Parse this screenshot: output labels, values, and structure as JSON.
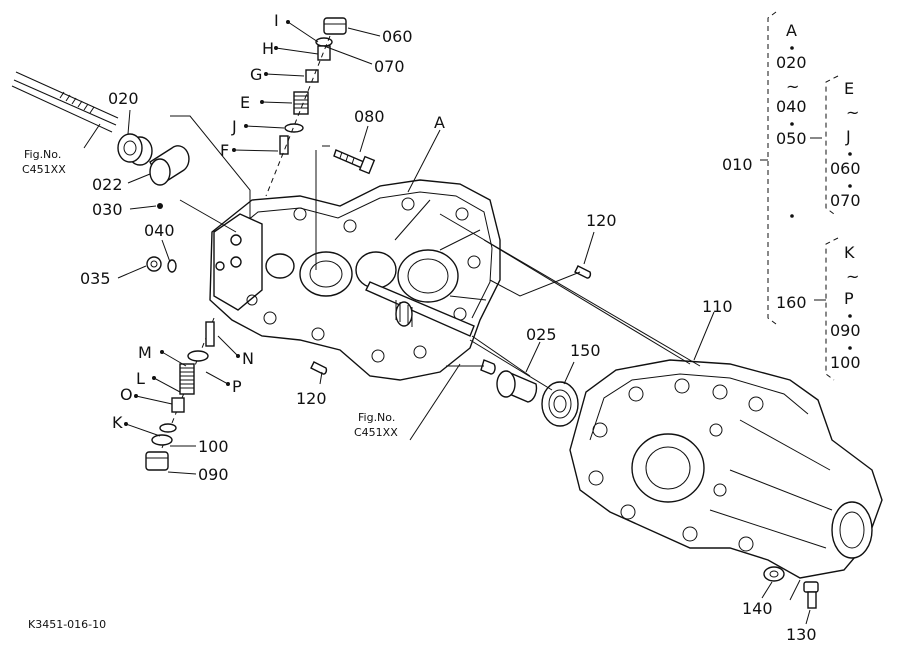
{
  "diagram": {
    "drawing_code": "K3451-016-10",
    "figure_refs": [
      {
        "line1": "Fig.No.",
        "line2": "C451XX"
      },
      {
        "line1": "Fig.No.",
        "line2": "C451XX"
      }
    ],
    "callouts": {
      "I": "I",
      "H": "H",
      "G": "G",
      "E": "E",
      "J": "J",
      "F": "F",
      "060": "060",
      "070": "070",
      "080": "080",
      "A": "A",
      "020": "020",
      "022": "022",
      "030": "030",
      "040": "040",
      "035": "035",
      "120a": "120",
      "120b": "120",
      "110": "110",
      "025": "025",
      "150": "150",
      "M": "M",
      "N": "N",
      "L": "L",
      "P": "P",
      "O": "O",
      "K": "K",
      "100": "100",
      "090": "090",
      "140": "140",
      "130": "130"
    },
    "assembly_key": {
      "main": "010",
      "group_a": [
        "A",
        "020",
        "~",
        "040",
        "050"
      ],
      "sub_e": [
        "E",
        "~",
        "J",
        "060",
        "070"
      ],
      "single": "160",
      "sub_k": [
        "K",
        "~",
        "P",
        "090",
        "100"
      ]
    }
  }
}
